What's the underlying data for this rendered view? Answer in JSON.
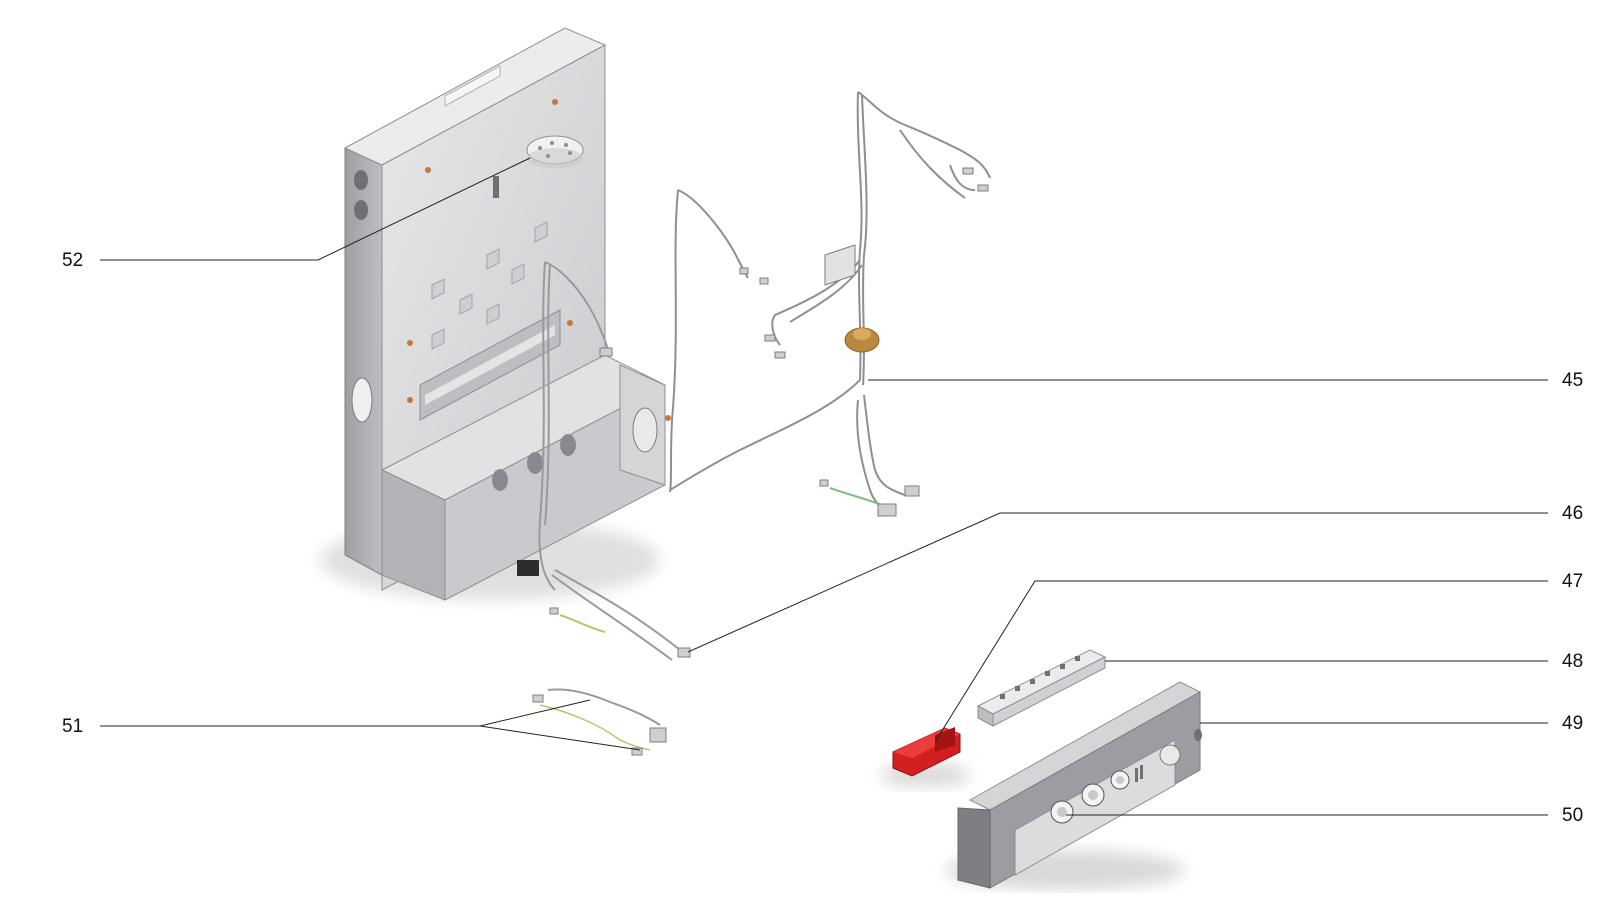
{
  "callouts": [
    {
      "id": "52",
      "label": "52"
    },
    {
      "id": "45",
      "label": "45"
    },
    {
      "id": "46",
      "label": "46"
    },
    {
      "id": "47",
      "label": "47"
    },
    {
      "id": "48",
      "label": "48"
    },
    {
      "id": "49",
      "label": "49"
    },
    {
      "id": "50",
      "label": "50"
    },
    {
      "id": "51",
      "label": "51"
    }
  ],
  "colors": {
    "panel_face": "#d9d9dc",
    "panel_edge": "#a7a7ad",
    "panel_dark": "#8c8c92",
    "bracket_red": "#d31f1f",
    "grommet": "#b8893e",
    "wire": "#9a9a9a",
    "leader": "#222222"
  }
}
